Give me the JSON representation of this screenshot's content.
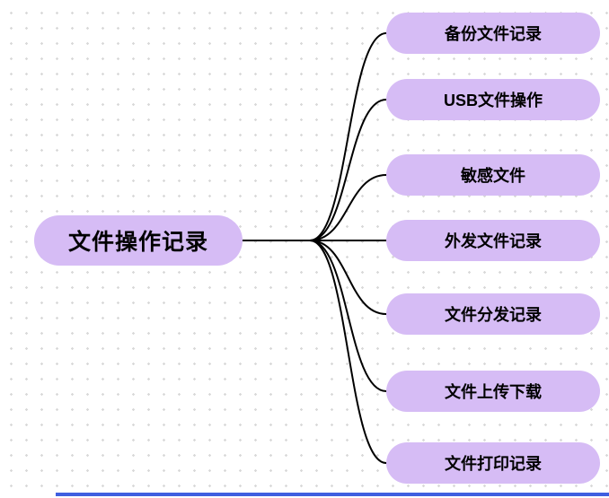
{
  "diagram": {
    "root": {
      "label": "文件操作记录"
    },
    "children": [
      {
        "label": "备份文件记录"
      },
      {
        "label": "USB文件操作"
      },
      {
        "label": "敏感文件"
      },
      {
        "label": "外发文件记录"
      },
      {
        "label": "文件分发记录"
      },
      {
        "label": "文件上传下载"
      },
      {
        "label": "文件打印记录"
      }
    ],
    "colors": {
      "node_fill": "#d6bcf5",
      "node_text": "#000000",
      "connector": "#000000",
      "bottom_edge": "#3f5fe0",
      "background": "#ffffff",
      "grid_dot": "#d9d9d9"
    }
  }
}
